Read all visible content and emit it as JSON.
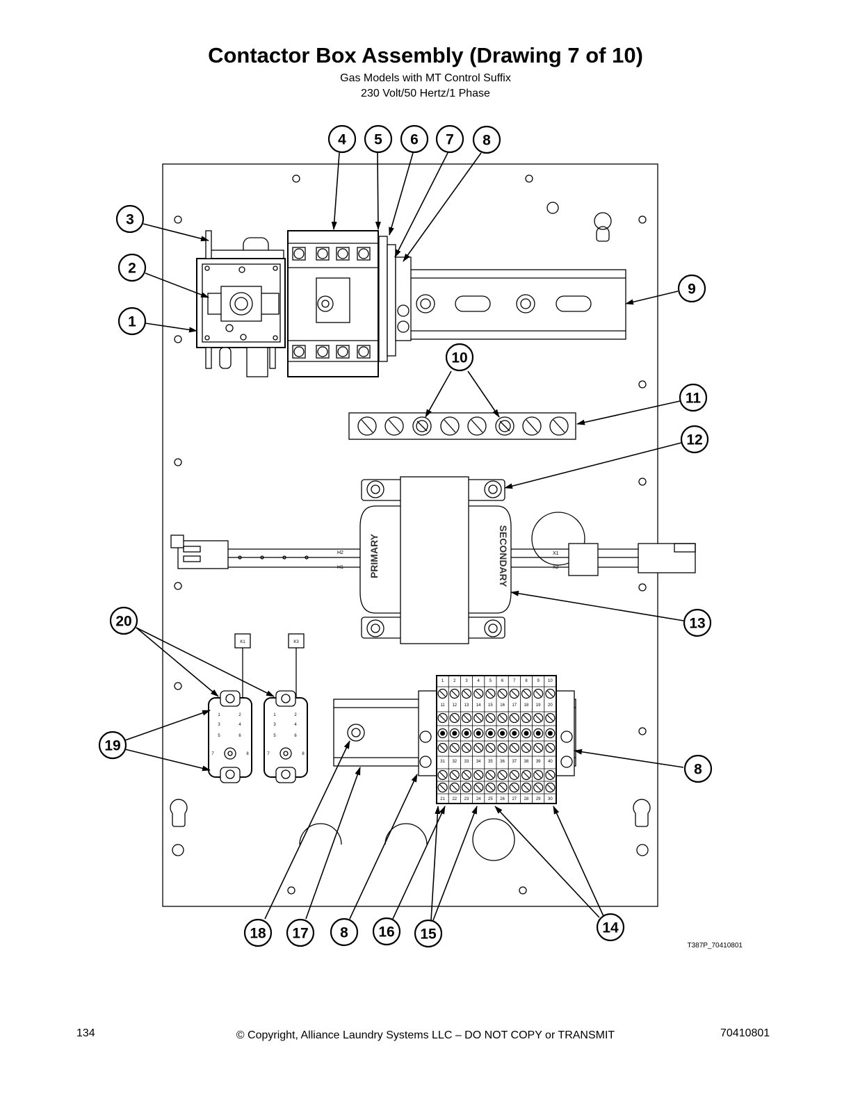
{
  "page": {
    "title": "Contactor Box Assembly (Drawing 7 of 10)",
    "subtitle_1": "Gas Models with MT Control Suffix",
    "subtitle_2": "230 Volt/50 Hertz/1 Phase",
    "page_number": "134",
    "copyright": "© Copyright, Alliance Laundry Systems LLC – DO NOT COPY or TRANSMIT",
    "document_number": "70410801",
    "drawing_id": "T387P_70410801"
  },
  "callouts": [
    "1",
    "2",
    "3",
    "4",
    "5",
    "6",
    "7",
    "8",
    "9",
    "10",
    "11",
    "12",
    "13",
    "14",
    "15",
    "16",
    "17",
    "18",
    "19",
    "20",
    "8",
    "8"
  ],
  "component_labels": {
    "transformer_primary": "PRIMARY",
    "transformer_secondary": "SECONDARY",
    "wire_h2": "H2",
    "wire_h1": "H1",
    "wire_x1": "X1",
    "wire_x2": "X2",
    "relay_tag_1": "K1",
    "relay_tag_2": "K3"
  },
  "relay_pins": [
    "1",
    "2",
    "3",
    "4",
    "5",
    "6",
    "7",
    "8"
  ],
  "terminal_rows": [
    [
      "1",
      "2",
      "3",
      "4",
      "5",
      "6",
      "7",
      "8",
      "9",
      "10"
    ],
    [
      "11",
      "12",
      "13",
      "14",
      "15",
      "16",
      "17",
      "18",
      "19",
      "20"
    ],
    [
      "31",
      "32",
      "33",
      "34",
      "35",
      "36",
      "37",
      "38",
      "39",
      "40"
    ],
    [
      "21",
      "22",
      "23",
      "24",
      "25",
      "26",
      "27",
      "28",
      "29",
      "30"
    ]
  ]
}
